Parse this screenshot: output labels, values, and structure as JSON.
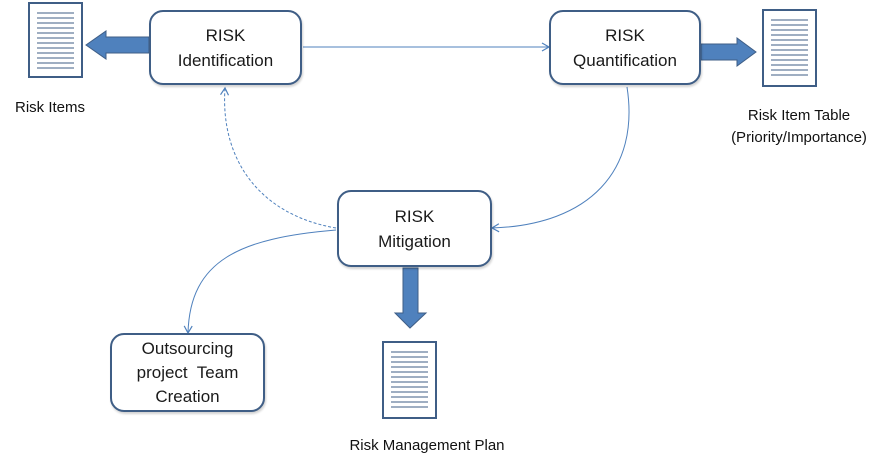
{
  "colors": {
    "node_border": "#3f5e86",
    "connector": "#4f81bd",
    "thick_arrow": "#4f81bd",
    "document_border": "#3f5e86",
    "document_lines": "#3f5e86"
  },
  "nodes": {
    "identification": {
      "line1": "RISK",
      "line2": "Identification"
    },
    "quantification": {
      "line1": "RISK",
      "line2": "Quantification"
    },
    "mitigation": {
      "line1": "RISK",
      "line2": "Mitigation"
    },
    "outsourcing": {
      "line1": "Outsourcing",
      "line2": "project  Team",
      "line3": "Creation"
    }
  },
  "documents": {
    "risk_items": {
      "label": "Risk Items",
      "icon": "document-icon"
    },
    "risk_item_table": {
      "label_line1": "Risk Item Table",
      "label_line2": "(Priority/Importance)",
      "icon": "document-icon"
    },
    "risk_management_plan": {
      "label": "Risk Management Plan",
      "icon": "document-icon"
    }
  }
}
